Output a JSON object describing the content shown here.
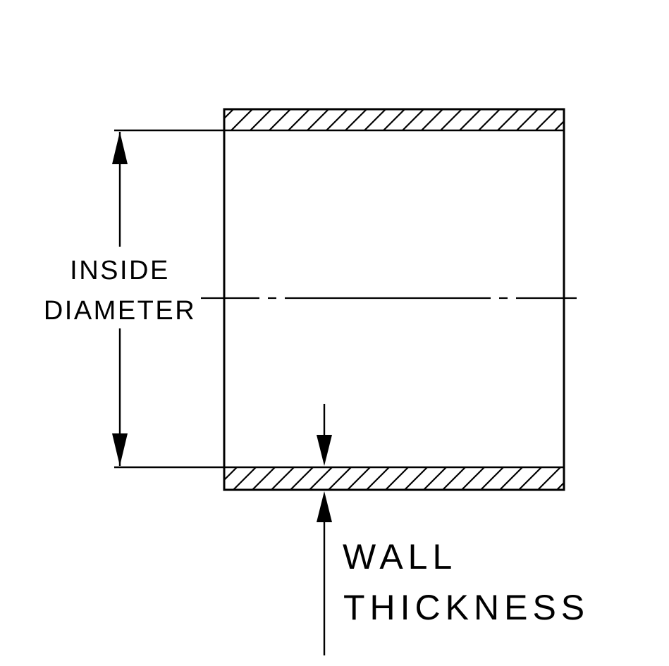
{
  "diagram": {
    "title": "hose coupler cross-section dimension drawing",
    "labels": {
      "inside_diameter_line1": "INSIDE",
      "inside_diameter_line2": "DIAMETER",
      "wall_thickness_line1": "WALL",
      "wall_thickness_line2": "THICKNESS"
    },
    "colors": {
      "line": "#000000",
      "background": "#ffffff"
    }
  }
}
